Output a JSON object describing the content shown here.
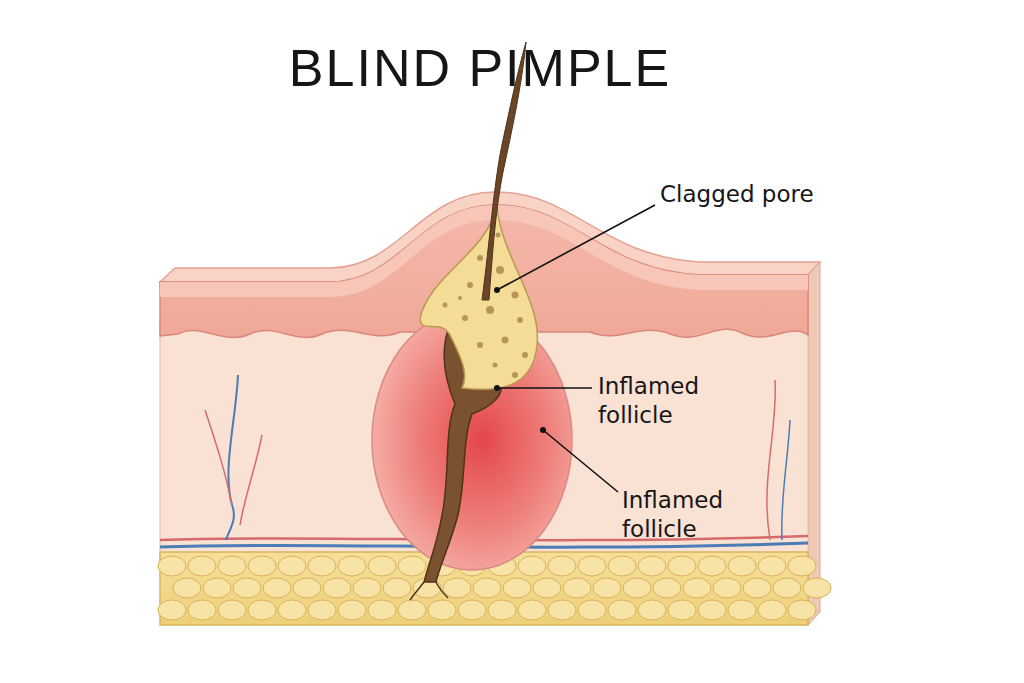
{
  "diagram": {
    "title": "BLIND PIMPLE",
    "labels": [
      "Clagged pore",
      "Inflamed follicle",
      "Inflamed follicle"
    ]
  }
}
